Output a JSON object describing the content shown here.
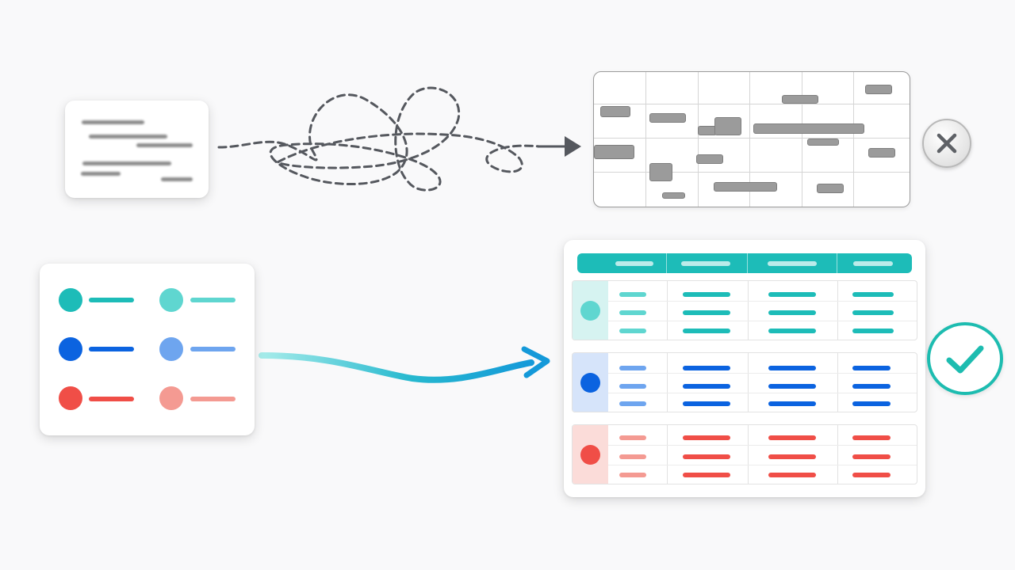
{
  "colors": {
    "teal": "#1dbcb8",
    "teal_light": "#5fd6d0",
    "blue": "#0b63e0",
    "blue_light": "#6ea5ef",
    "red": "#f04e47",
    "red_light": "#f49a92",
    "gray_block": "#9b9b9b",
    "arrow_gray": "#55585e",
    "flow_gradient": [
      "#9be8e6",
      "#1aa5d8"
    ]
  },
  "icons": {
    "tangled_connector": "dashed-tangled-arrow",
    "clean_connector": "smooth-curved-arrow",
    "reject": "x-mark-icon",
    "approve": "check-mark-icon"
  },
  "legend": {
    "rows": [
      {
        "color": "teal",
        "variant": "strong"
      },
      {
        "color": "teal",
        "variant": "light"
      },
      {
        "color": "blue",
        "variant": "strong"
      },
      {
        "color": "blue",
        "variant": "light"
      },
      {
        "color": "red",
        "variant": "strong"
      },
      {
        "color": "red",
        "variant": "light"
      }
    ]
  },
  "table": {
    "columns": 4,
    "groups": [
      {
        "color": "teal",
        "rows": 3
      },
      {
        "color": "blue",
        "rows": 3
      },
      {
        "color": "red",
        "rows": 3
      }
    ]
  }
}
